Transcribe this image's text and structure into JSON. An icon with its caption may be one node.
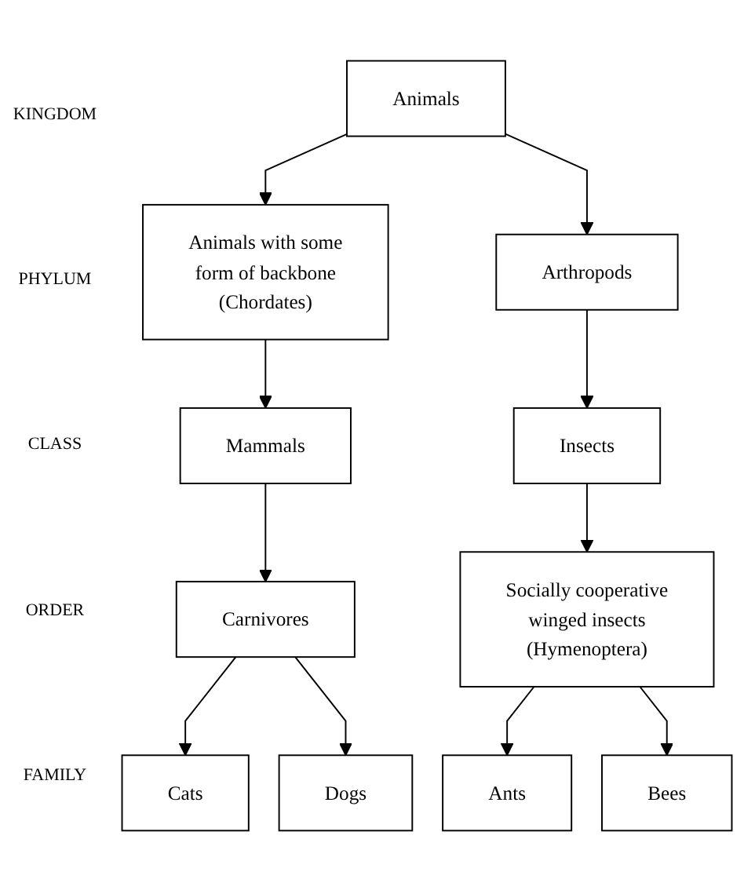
{
  "diagram": {
    "nodes": [
      {
        "text": [
          "Animals"
        ]
      },
      {
        "text": [
          "Animals with some form of backbone (Chordates)"
        ]
      },
      {
        "text": [
          "Arthropods"
        ]
      },
      {
        "text": [
          "Mammals"
        ]
      },
      {
        "text": [
          "Insects"
        ]
      },
      {
        "text": [
          "Carnivores"
        ]
      },
      {
        "text": [
          "Socially cooperative winged insects (Hymenoptera)"
        ]
      },
      {
        "text": [
          "Cats"
        ]
      },
      {
        "text": [
          "Dogs"
        ]
      },
      {
        "text": [
          "Ants"
        ]
      },
      {
        "text": [
          "Bees"
        ]
      }
    ],
    "edges": [
      {
        "from": 0,
        "to": 1,
        "arrow": "to"
      },
      {
        "from": 0,
        "to": 2,
        "arrow": "to"
      },
      {
        "from": 1,
        "to": 3,
        "arrow": "to"
      },
      {
        "from": 2,
        "to": 4,
        "arrow": "to"
      },
      {
        "from": 3,
        "to": 5,
        "arrow": "to"
      },
      {
        "from": 4,
        "to": 6,
        "arrow": "to"
      },
      {
        "from": 5,
        "to": 7,
        "arrow": "to"
      },
      {
        "from": 5,
        "to": 8,
        "arrow": "to"
      },
      {
        "from": 6,
        "to": 9,
        "arrow": "to"
      },
      {
        "from": 6,
        "to": 10,
        "arrow": "to"
      }
    ],
    "labels": [
      "KINGDOM",
      "PHYLUM",
      "CLASS",
      "ORDER",
      "FAMILY"
    ]
  }
}
